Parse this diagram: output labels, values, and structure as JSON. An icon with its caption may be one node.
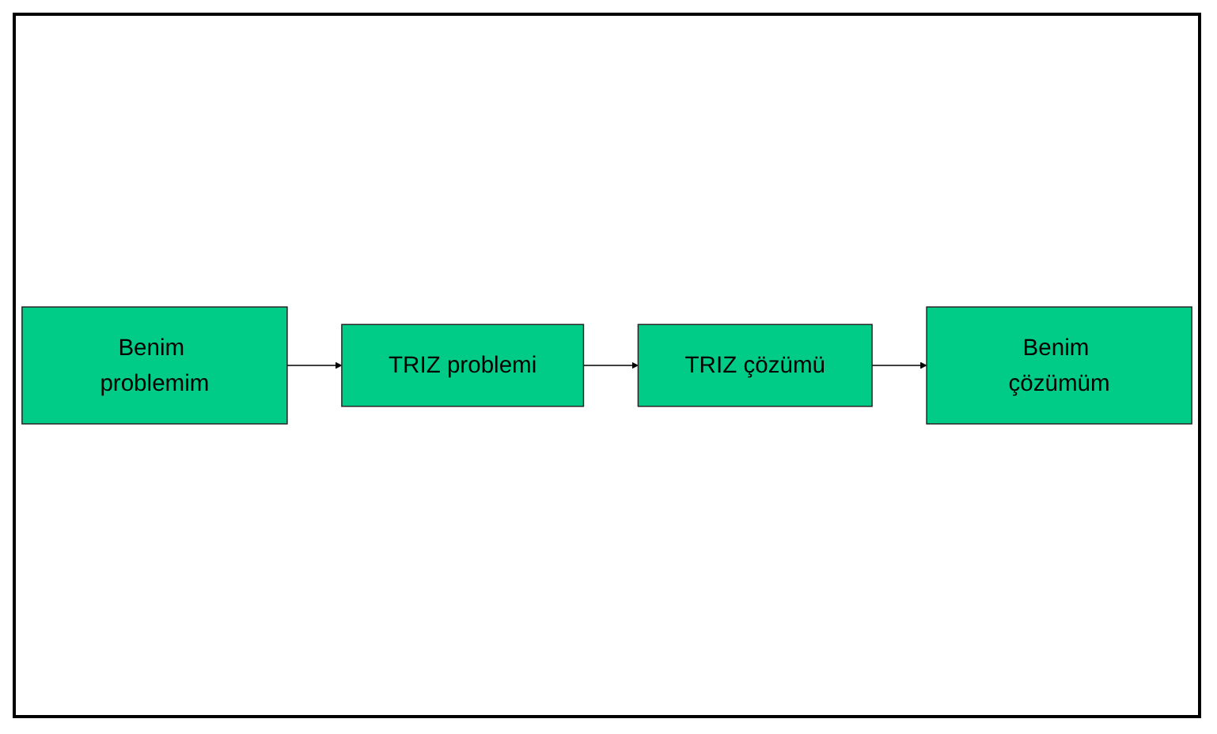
{
  "diagram": {
    "nodes": [
      {
        "text": [
          "TRIZ problemi"
        ]
      },
      {
        "text": [
          "TRIZ çözümü"
        ]
      },
      {
        "text": [
          "Benim problemim"
        ]
      },
      {
        "text": [
          "Benim çözümüm"
        ]
      }
    ],
    "edges": [
      {
        "from": 2,
        "to": 0,
        "arrow": "to"
      },
      {
        "from": 0,
        "to": 1,
        "arrow": "to"
      },
      {
        "from": 1,
        "to": 3,
        "arrow": "to"
      }
    ]
  }
}
